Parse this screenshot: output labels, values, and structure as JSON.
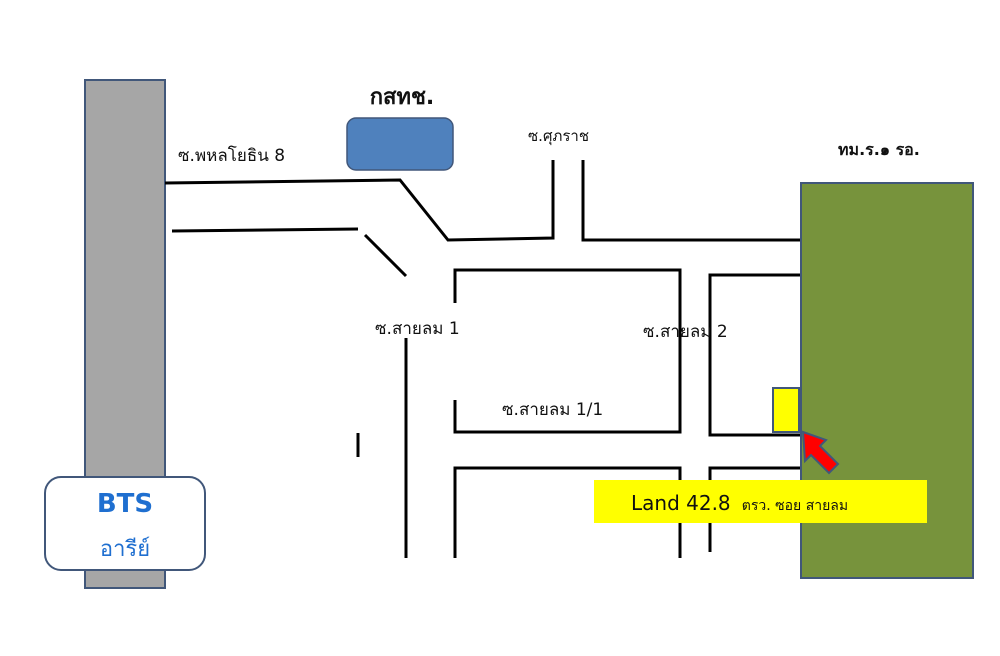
{
  "labels": {
    "org": "กสทช.",
    "soi_phahon8": "ซ.พหลโยธิน 8",
    "soi_supharat": "ซ.ศุภราช",
    "military": "ทม.ร.๑ รอ.",
    "sailom1": "ซ.สายลม 1",
    "sailom2": "ซ.สายลม 2",
    "sailom1_1": "ซ.สายลม 1/1"
  },
  "bts": {
    "title": "BTS",
    "station": "อารีย์"
  },
  "land": {
    "main": "Land 42.8",
    "detail": "ตรว. ซอย สายลม"
  },
  "colors": {
    "road": "#a6a6a6",
    "green": "#77933c",
    "blue": "#4f81bd",
    "yellow": "#ffff00",
    "arrow": "#ff0000",
    "border": "#41577a",
    "bts_text": "#1f6fd0"
  }
}
